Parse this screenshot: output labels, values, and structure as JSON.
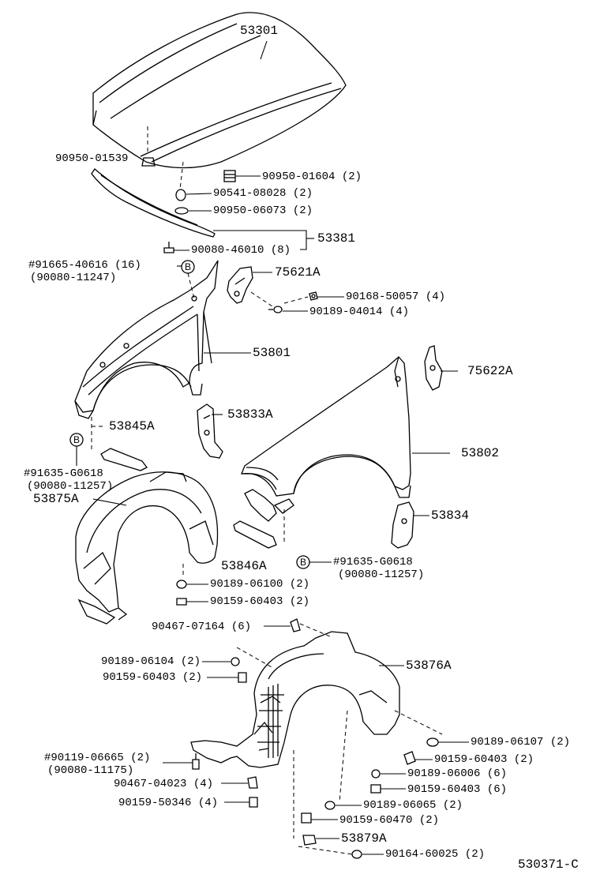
{
  "labels": {
    "l53301": "53301",
    "l90950_01539": "90950-01539",
    "l90950_01604": "90950-01604 (2)",
    "l90541_08028": "90541-08028 (2)",
    "l90950_06073": "90950-06073 (2)",
    "l53381": "53381",
    "l90080_46010": "90080-46010 (8)",
    "l91665_40616": "#91665-40616 (16)",
    "l90080_11247": "(90080-11247)",
    "l75621A": "75621A",
    "l90168_50057": "90168-50057 (4)",
    "l90189_04014": "90189-04014 (4)",
    "l53801": "53801",
    "l75622A": "75622A",
    "l53845A": "53845A",
    "l53833A": "53833A",
    "l53802": "53802",
    "l91635_G0618_left": "#91635-G0618",
    "l90080_11257_left": "(90080-11257)",
    "l53875A": "53875A",
    "l53834": "53834",
    "l53846A": "53846A",
    "l91635_G0618_right": "#91635-G0618",
    "l90080_11257_right": "(90080-11257)",
    "l90189_06100": "90189-06100 (2)",
    "l90159_60403_a": "90159-60403 (2)",
    "l90467_07164": "90467-07164 (6)",
    "l90189_06104": "90189-06104 (2)",
    "l53876A": "53876A",
    "l90159_60403_b": "90159-60403 (2)",
    "l90189_06107": "90189-06107 (2)",
    "l90119_06665": "#90119-06665 (2)",
    "l90159_60403_c": "90159-60403 (2)",
    "l90080_11175": "(90080-11175)",
    "l90189_06006": "90189-06006 (6)",
    "l90467_04023": "90467-04023 (4)",
    "l90159_60403_d": "90159-60403 (6)",
    "l90159_50346": "90159-50346 (4)",
    "l90189_06065": "90189-06065 (2)",
    "l90159_60470": "90159-60470 (2)",
    "l53879A": "53879A",
    "l90164_60025": "90164-60025 (2)",
    "code": "530371-C"
  },
  "refs": {
    "b": "B"
  }
}
